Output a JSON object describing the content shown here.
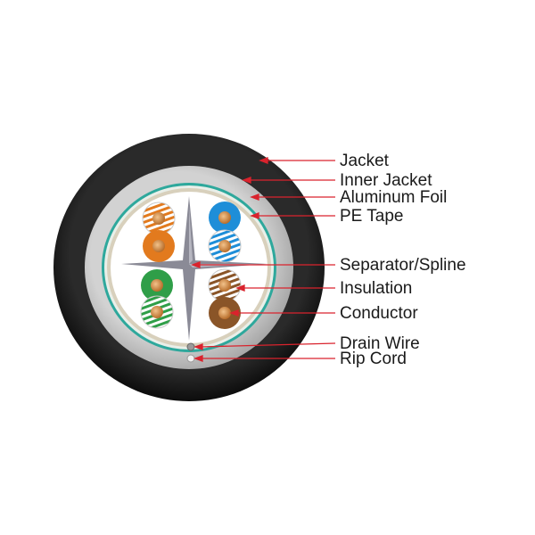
{
  "diagram": {
    "labels": {
      "jacket": "Jacket",
      "inner_jacket": "Inner Jacket",
      "aluminum_foil": "Aluminum Foil",
      "pe_tape": "PE Tape",
      "separator": "Separator/Spline",
      "insulation": "Insulation",
      "conductor": "Conductor",
      "drain_wire": "Drain Wire",
      "rip_cord": "Rip Cord"
    },
    "colors": {
      "jacket": "#161616",
      "inner_jacket": "#c8c8c8",
      "foil": "#2ea89c",
      "pe_tape": "#d8d0bc",
      "core": "#ffffff",
      "leader": "#d9232d",
      "spline": "#8a8a96",
      "orange": "#e27a1e",
      "blue": "#1e8ed8",
      "green": "#2f9e48",
      "brown": "#8a5528",
      "stripe": "#ffffff"
    }
  }
}
